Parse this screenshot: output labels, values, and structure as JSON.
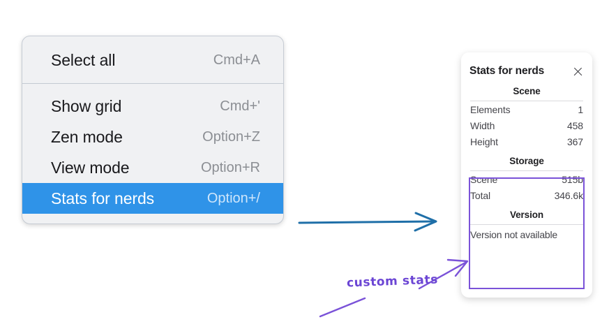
{
  "context_menu": {
    "name": "canvas-context-menu",
    "groups": [
      {
        "items": [
          {
            "label": "Select all",
            "shortcut": "Cmd+A",
            "selected": false
          }
        ]
      },
      {
        "items": [
          {
            "label": "Show grid",
            "shortcut": "Cmd+'",
            "selected": false
          },
          {
            "label": "Zen mode",
            "shortcut": "Option+Z",
            "selected": false
          },
          {
            "label": "View mode",
            "shortcut": "Option+R",
            "selected": false
          },
          {
            "label": "Stats for nerds",
            "shortcut": "Option+/",
            "selected": true
          }
        ]
      }
    ]
  },
  "stats_panel": {
    "title": "Stats for nerds",
    "close_icon": "close-icon",
    "sections": [
      {
        "title": "Scene",
        "rows": [
          {
            "key": "Elements",
            "value": "1"
          },
          {
            "key": "Width",
            "value": "458"
          },
          {
            "key": "Height",
            "value": "367"
          }
        ]
      },
      {
        "title": "Storage",
        "rows": [
          {
            "key": "Scene",
            "value": "515b"
          },
          {
            "key": "Total",
            "value": "346.6k"
          }
        ]
      },
      {
        "title": "Version",
        "note": "Version not available"
      }
    ]
  },
  "annotations": {
    "custom_stats_label": "custom stats",
    "blue_arrow_color": "#1f6fa8",
    "purple_color": "#7a52d8",
    "highlight_color": "#2f93e8"
  }
}
